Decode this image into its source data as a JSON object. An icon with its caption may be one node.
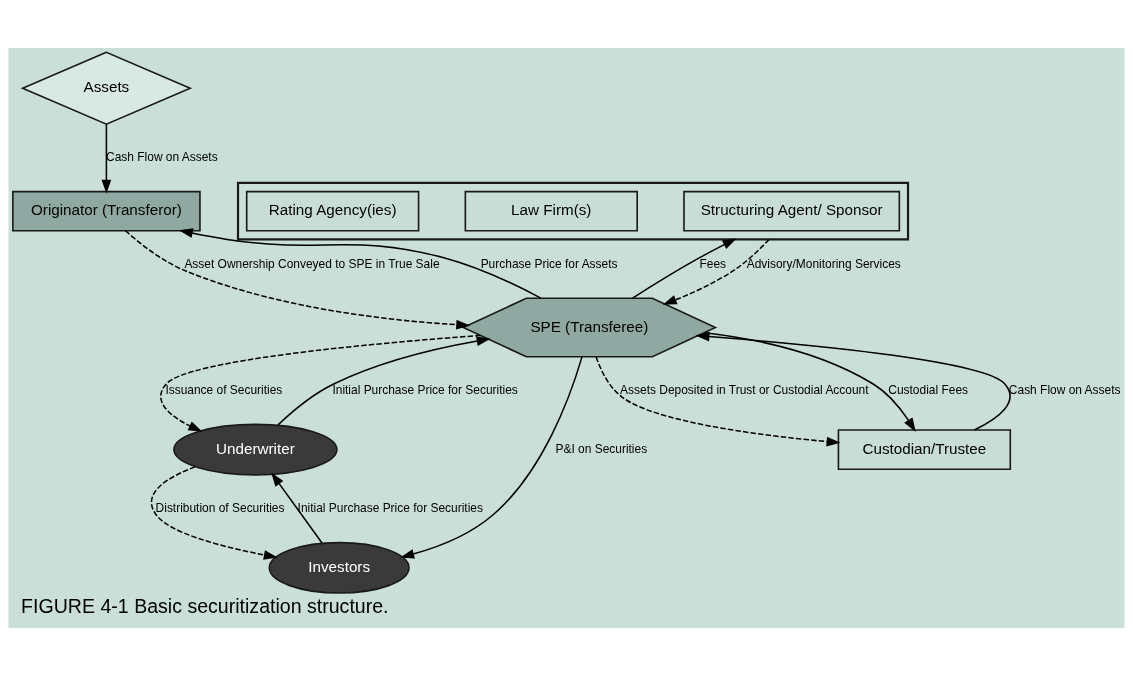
{
  "diagram": {
    "caption": "FIGURE 4-1 Basic securitization structure.",
    "nodes": [
      {
        "text": [
          "Assets"
        ]
      },
      {
        "text": [
          "Originator (Transferor)"
        ]
      },
      {
        "text": [
          "SPE (Transferee)"
        ]
      },
      {
        "text": [],
        "shape": "box"
      },
      {
        "text": [
          "Structuring Agent/ Sponsor"
        ],
        "in": 3
      },
      {
        "text": [
          "Law Firm(s)"
        ],
        "in": 3
      },
      {
        "text": [
          "Rating Agency(ies)"
        ],
        "in": 3
      },
      {
        "text": [
          "Underwriter"
        ]
      },
      {
        "text": [
          "Investors"
        ]
      },
      {
        "text": [
          "Custodian/Trustee"
        ]
      }
    ],
    "edges": [
      {
        "from": 0,
        "to": 1,
        "arrow": "to",
        "label": "Cash Flow on Assets"
      },
      {
        "from": 1,
        "to": 2,
        "arrow": "to",
        "style": "dashed",
        "label": "Asset Ownership Conveyed to SPE in True Sale"
      },
      {
        "from": 2,
        "to": 1,
        "arrow": "to",
        "label": "Purchase Price for Assets"
      },
      {
        "from": 2,
        "to": 3,
        "arrow": "to",
        "label": "Fees"
      },
      {
        "from": 3,
        "to": 2,
        "arrow": "to",
        "style": "dashed",
        "label": "Advisory/Monitoring Services"
      },
      {
        "from": 2,
        "to": 7,
        "arrow": "to",
        "style": "dashed",
        "label": "Issuance of Securities"
      },
      {
        "from": 7,
        "to": 2,
        "arrow": "to",
        "label": "Initial Purchase Price for Securities"
      },
      {
        "from": 2,
        "to": 8,
        "arrow": "to",
        "label": "P&I on Securities"
      },
      {
        "from": 8,
        "to": 7,
        "arrow": "to",
        "label": "Initial Purchase Price for Securities"
      },
      {
        "from": 7,
        "to": 8,
        "arrow": "to",
        "style": "dashed",
        "label": "Distribution of Securities"
      },
      {
        "from": 2,
        "to": 9,
        "arrow": "to",
        "style": "dashed",
        "label": "Assets Deposited in Trust or Custodial Account"
      },
      {
        "from": 9,
        "to": 2,
        "arrow": "to",
        "label": "Cash Flow on Assets"
      },
      {
        "from": 2,
        "to": 9,
        "arrow": "to",
        "label": "Custodial Fees"
      }
    ]
  }
}
